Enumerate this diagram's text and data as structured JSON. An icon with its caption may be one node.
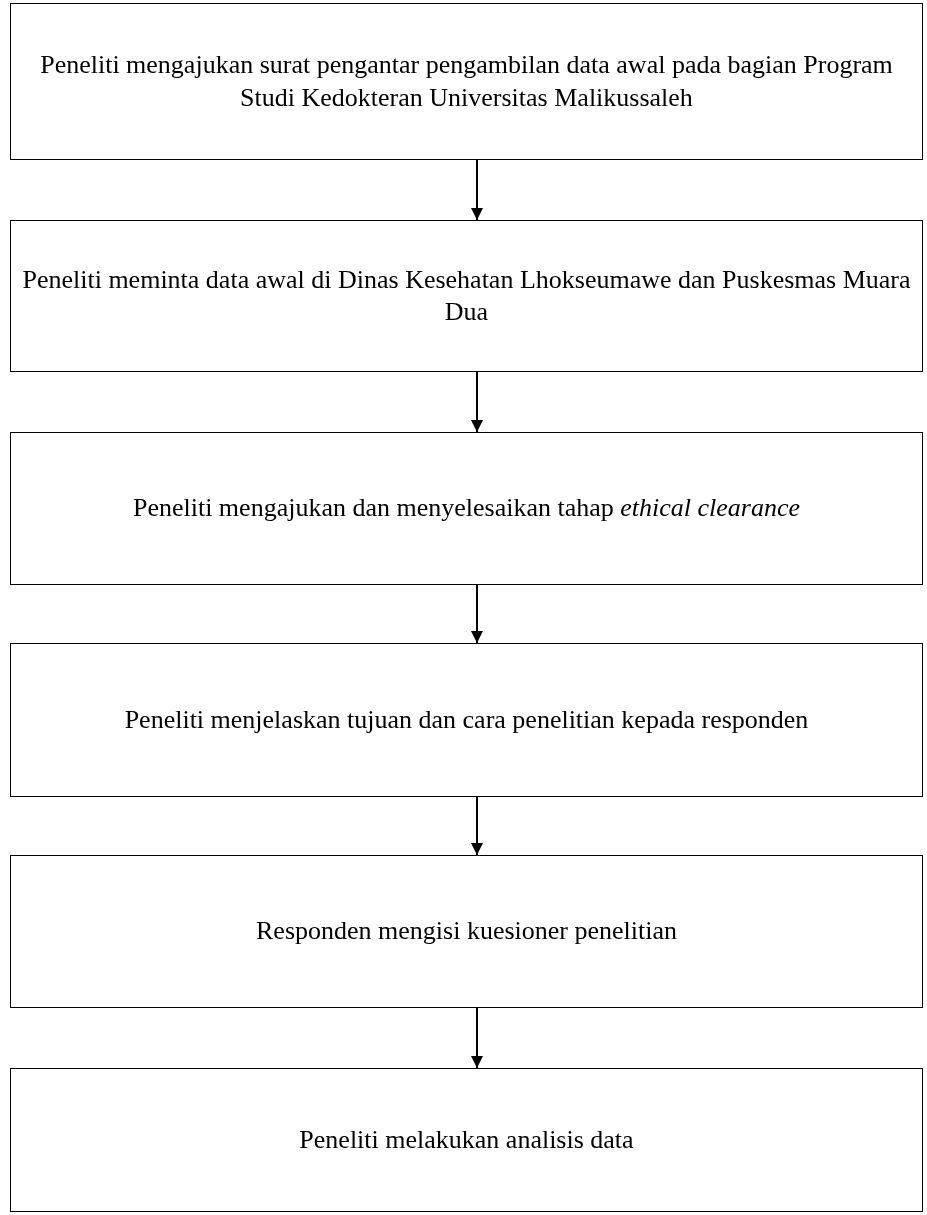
{
  "diagram": {
    "nodes": [
      {
        "text": [
          "Peneliti mengajukan surat pengantar pengambilan data awal pada bagian Program Studi Kedokteran Universitas Malikussaleh"
        ]
      },
      {
        "text": [
          "Peneliti meminta data awal di Dinas Kesehatan Lhokseumawe dan Puskesmas Muara Dua"
        ]
      },
      {
        "text": [
          "Peneliti mengajukan dan menyelesaikan tahap *ethical clearance*"
        ]
      },
      {
        "text": [
          "Peneliti menjelaskan tujuan dan cara penelitian kepada responden"
        ]
      },
      {
        "text": [
          "Responden mengisi kuesioner penelitian"
        ]
      },
      {
        "text": [
          "Peneliti melakukan analisis data"
        ]
      }
    ],
    "edges": [
      {
        "from": 0,
        "to": 1,
        "arrow": "to"
      },
      {
        "from": 1,
        "to": 2,
        "arrow": "to"
      },
      {
        "from": 2,
        "to": 3,
        "arrow": "to"
      },
      {
        "from": 3,
        "to": 4,
        "arrow": "to"
      },
      {
        "from": 4,
        "to": 5,
        "arrow": "to"
      }
    ]
  }
}
